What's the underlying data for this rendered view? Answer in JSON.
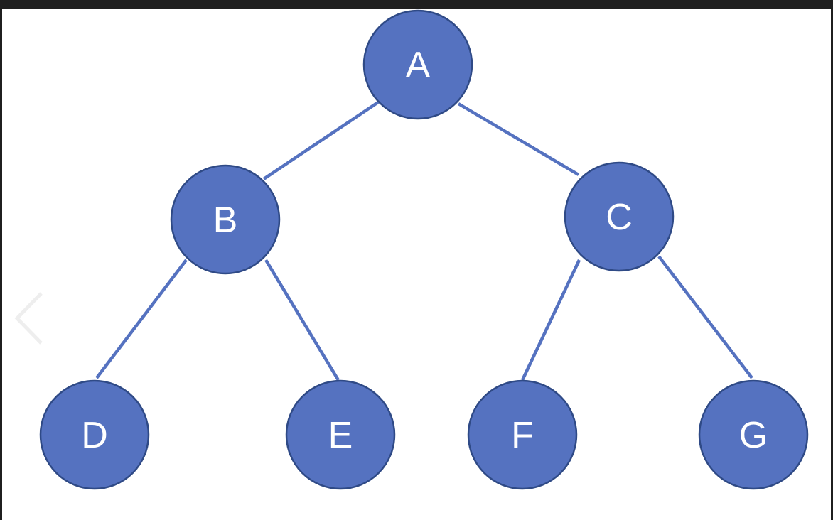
{
  "colors": {
    "node_fill": "#5572c0",
    "node_stroke": "#2f4a86",
    "edge": "#5572c0",
    "frame": "#1f1f1f",
    "prev_arrow": "#eeeeee"
  },
  "icons": {
    "prev": "chevron-left-icon"
  },
  "tree": {
    "nodes": [
      {
        "id": "A",
        "label": "A"
      },
      {
        "id": "B",
        "label": "B"
      },
      {
        "id": "C",
        "label": "C"
      },
      {
        "id": "D",
        "label": "D"
      },
      {
        "id": "E",
        "label": "E"
      },
      {
        "id": "F",
        "label": "F"
      },
      {
        "id": "G",
        "label": "G"
      }
    ],
    "edges": [
      {
        "from": "A",
        "to": "B"
      },
      {
        "from": "A",
        "to": "C"
      },
      {
        "from": "B",
        "to": "D"
      },
      {
        "from": "B",
        "to": "E"
      },
      {
        "from": "C",
        "to": "F"
      },
      {
        "from": "C",
        "to": "G"
      }
    ]
  }
}
